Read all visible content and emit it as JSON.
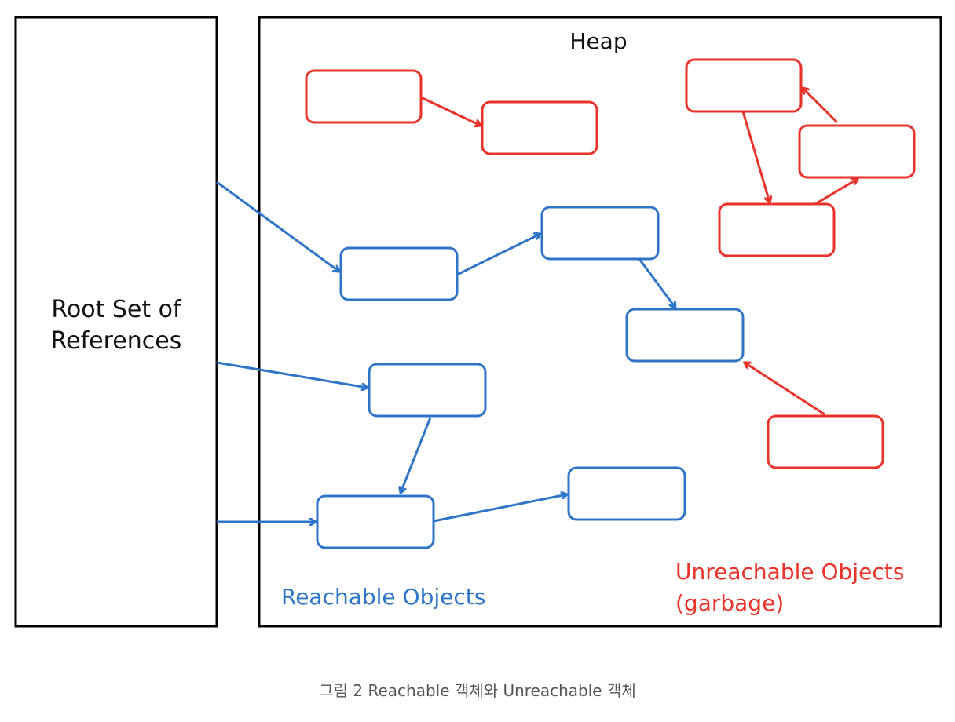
{
  "diagram": {
    "root_label_line1": "Root Set of",
    "root_label_line2": "References",
    "heap_label": "Heap",
    "reachable_label": "Reachable Objects",
    "unreachable_label_line1": "Unreachable Objects",
    "unreachable_label_line2": "(garbage)",
    "colors": {
      "reachable": "#2e75c8",
      "unreachable": "#e8322a",
      "frame": "#000000"
    }
  },
  "caption": "그림 2 Reachable 객체와 Unreachable 객체"
}
